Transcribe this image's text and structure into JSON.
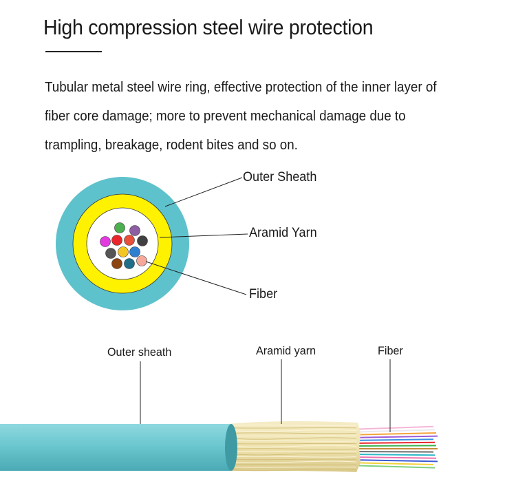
{
  "header": {
    "title": "High compression steel wire protection"
  },
  "description": {
    "text": "Tubular metal steel wire ring, effective protection of the inner layer of fiber core damage; more to prevent mechanical damage due to trampling, breakage, rodent bites and so on."
  },
  "cross_section": {
    "labels": {
      "outer_sheath": "Outer Sheath",
      "aramid_yarn": "Aramid Yarn",
      "fiber": "Fiber"
    },
    "colors": {
      "outer_sheath": "#5ec2cc",
      "aramid_yarn": "#fff200",
      "core": "#ffffff"
    },
    "fiber_colors": [
      "#4caf50",
      "#8e5ea2",
      "#e23ae0",
      "#e8262c",
      "#e8503a",
      "#404040",
      "#555555",
      "#f3c623",
      "#2f7fd0",
      "#8b4513",
      "#1f6f8b",
      "#f6a89a"
    ]
  },
  "side_view": {
    "labels": {
      "outer_sheath": "Outer sheath",
      "aramid_yarn": "Aramid yarn",
      "fiber": "Fiber"
    },
    "colors": {
      "sheath": "#6cc7cf",
      "aramid": "#efe3b0"
    }
  }
}
